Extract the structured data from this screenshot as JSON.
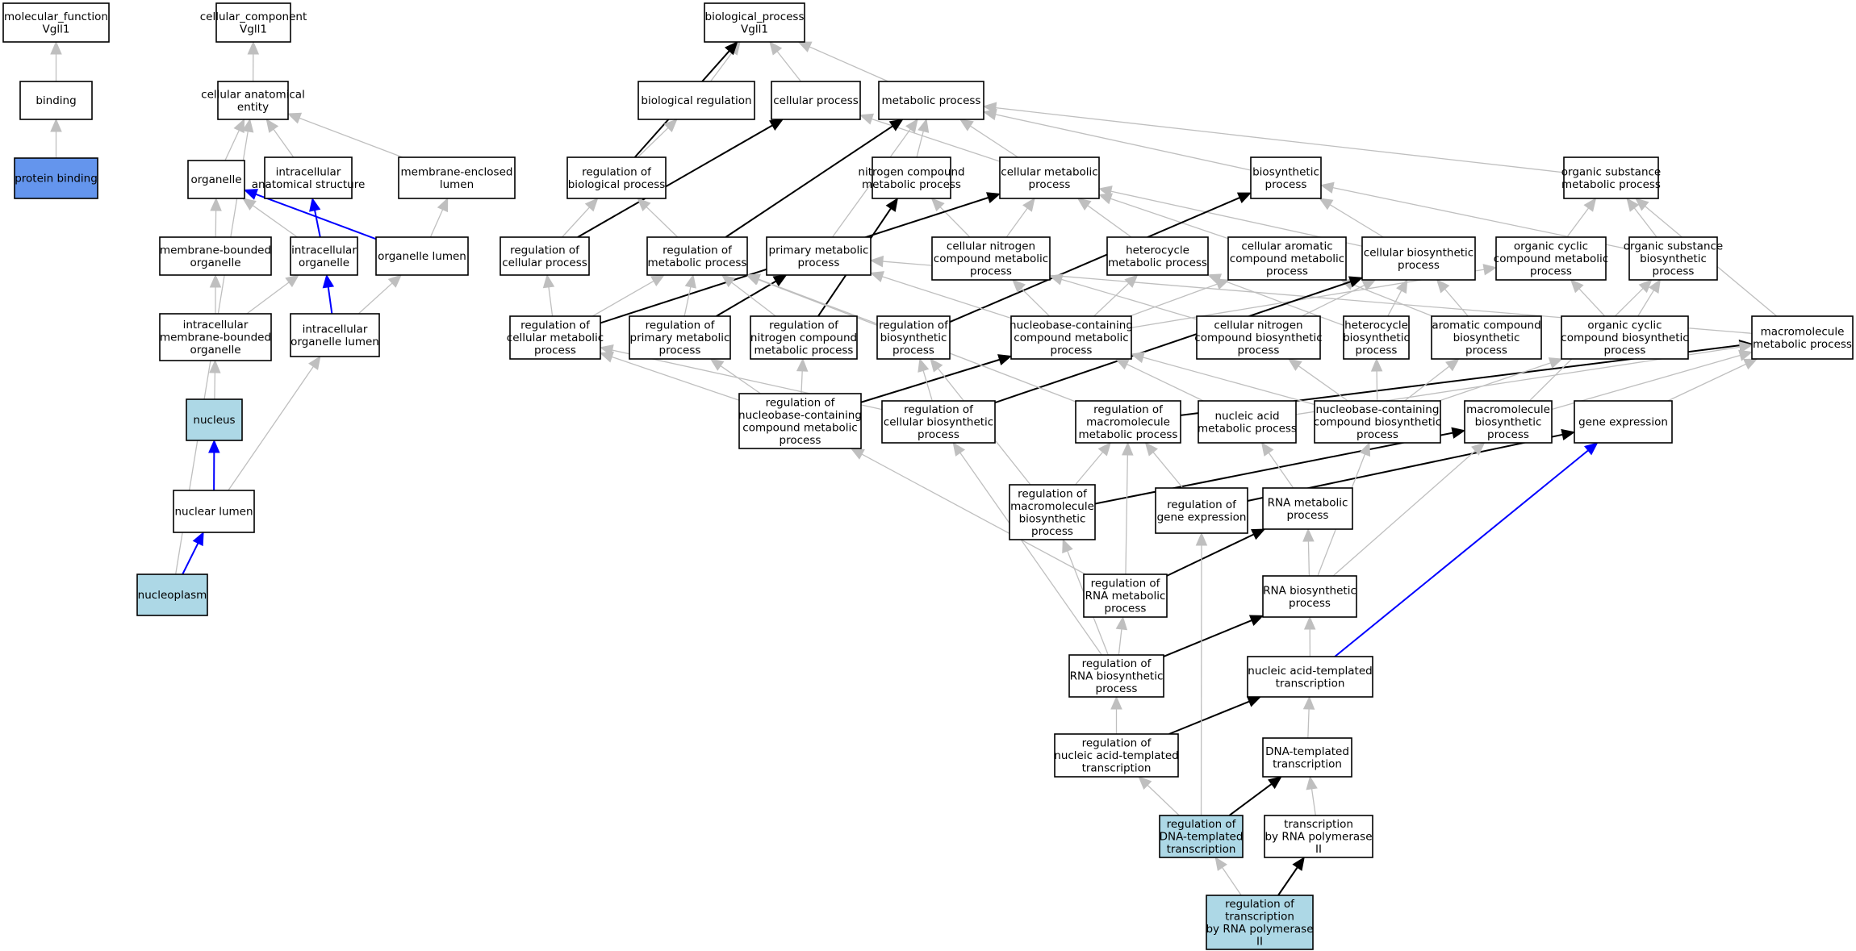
{
  "colors": {
    "node_default": "#ffffff",
    "node_annotated": "#add8e6",
    "node_selected": "#6495ed",
    "edge_is_a": "#bfbfbf",
    "edge_regulates": "#000000",
    "edge_part_of": "#0000ff"
  },
  "nodes": [
    {
      "id": "mf",
      "lines": [
        "molecular_function",
        "Vgll1"
      ],
      "fill": "node_default"
    },
    {
      "id": "binding",
      "lines": [
        "binding"
      ],
      "fill": "node_default"
    },
    {
      "id": "protein_binding",
      "lines": [
        "protein binding"
      ],
      "fill": "node_selected"
    },
    {
      "id": "cc",
      "lines": [
        "cellular_component",
        "Vgll1"
      ],
      "fill": "node_default"
    },
    {
      "id": "cae",
      "lines": [
        "cellular anatomical",
        "entity"
      ],
      "fill": "node_default"
    },
    {
      "id": "organelle",
      "lines": [
        "organelle"
      ],
      "fill": "node_default"
    },
    {
      "id": "ias",
      "lines": [
        "intracellular",
        "anatomical structure"
      ],
      "fill": "node_default"
    },
    {
      "id": "mel",
      "lines": [
        "membrane-enclosed",
        "lumen"
      ],
      "fill": "node_default"
    },
    {
      "id": "mbo",
      "lines": [
        "membrane-bounded",
        "organelle"
      ],
      "fill": "node_default"
    },
    {
      "id": "io",
      "lines": [
        "intracellular",
        "organelle"
      ],
      "fill": "node_default"
    },
    {
      "id": "ol",
      "lines": [
        "organelle lumen"
      ],
      "fill": "node_default"
    },
    {
      "id": "imbo",
      "lines": [
        "intracellular",
        "membrane-bounded",
        "organelle"
      ],
      "fill": "node_default"
    },
    {
      "id": "iol",
      "lines": [
        "intracellular",
        "organelle lumen"
      ],
      "fill": "node_default"
    },
    {
      "id": "nucleus",
      "lines": [
        "nucleus"
      ],
      "fill": "node_annotated"
    },
    {
      "id": "nl",
      "lines": [
        "nuclear lumen"
      ],
      "fill": "node_default"
    },
    {
      "id": "nucleoplasm",
      "lines": [
        "nucleoplasm"
      ],
      "fill": "node_annotated"
    },
    {
      "id": "bp",
      "lines": [
        "biological_process",
        "Vgll1"
      ],
      "fill": "node_default"
    },
    {
      "id": "breg",
      "lines": [
        "biological regulation"
      ],
      "fill": "node_default"
    },
    {
      "id": "cp",
      "lines": [
        "cellular process"
      ],
      "fill": "node_default"
    },
    {
      "id": "mp",
      "lines": [
        "metabolic process"
      ],
      "fill": "node_default"
    },
    {
      "id": "rbp",
      "lines": [
        "regulation of",
        "biological process"
      ],
      "fill": "node_default"
    },
    {
      "id": "ncmp",
      "lines": [
        "nitrogen compound",
        "metabolic process"
      ],
      "fill": "node_default"
    },
    {
      "id": "cmp",
      "lines": [
        "cellular metabolic",
        "process"
      ],
      "fill": "node_default"
    },
    {
      "id": "bsp",
      "lines": [
        "biosynthetic",
        "process"
      ],
      "fill": "node_default"
    },
    {
      "id": "osmp",
      "lines": [
        "organic substance",
        "metabolic process"
      ],
      "fill": "node_default"
    },
    {
      "id": "rcp",
      "lines": [
        "regulation of",
        "cellular process"
      ],
      "fill": "node_default"
    },
    {
      "id": "rmp",
      "lines": [
        "regulation of",
        "metabolic process"
      ],
      "fill": "node_default"
    },
    {
      "id": "pmp",
      "lines": [
        "primary metabolic",
        "process"
      ],
      "fill": "node_default"
    },
    {
      "id": "cncmp",
      "lines": [
        "cellular nitrogen",
        "compound metabolic",
        "process"
      ],
      "fill": "node_default"
    },
    {
      "id": "hmp",
      "lines": [
        "heterocycle",
        "metabolic process"
      ],
      "fill": "node_default"
    },
    {
      "id": "cacmp",
      "lines": [
        "cellular aromatic",
        "compound metabolic",
        "process"
      ],
      "fill": "node_default"
    },
    {
      "id": "cbp",
      "lines": [
        "cellular biosynthetic",
        "process"
      ],
      "fill": "node_default"
    },
    {
      "id": "occmp",
      "lines": [
        "organic cyclic",
        "compound metabolic",
        "process"
      ],
      "fill": "node_default"
    },
    {
      "id": "osbp",
      "lines": [
        "organic substance",
        "biosynthetic",
        "process"
      ],
      "fill": "node_default"
    },
    {
      "id": "rcmp",
      "lines": [
        "regulation of",
        "cellular metabolic",
        "process"
      ],
      "fill": "node_default"
    },
    {
      "id": "rpmp",
      "lines": [
        "regulation of",
        "primary metabolic",
        "process"
      ],
      "fill": "node_default"
    },
    {
      "id": "rncmp",
      "lines": [
        "regulation of",
        "nitrogen compound",
        "metabolic process"
      ],
      "fill": "node_default"
    },
    {
      "id": "rbsp",
      "lines": [
        "regulation of",
        "biosynthetic",
        "process"
      ],
      "fill": "node_default"
    },
    {
      "id": "nbccmp",
      "lines": [
        "nucleobase-containing",
        "compound metabolic",
        "process"
      ],
      "fill": "node_default"
    },
    {
      "id": "cncbp",
      "lines": [
        "cellular nitrogen",
        "compound biosynthetic",
        "process"
      ],
      "fill": "node_default"
    },
    {
      "id": "hbp",
      "lines": [
        "heterocycle",
        "biosynthetic",
        "process"
      ],
      "fill": "node_default"
    },
    {
      "id": "acbp",
      "lines": [
        "aromatic compound",
        "biosynthetic",
        "process"
      ],
      "fill": "node_default"
    },
    {
      "id": "occbp",
      "lines": [
        "organic cyclic",
        "compound biosynthetic",
        "process"
      ],
      "fill": "node_default"
    },
    {
      "id": "mmp",
      "lines": [
        "macromolecule",
        "metabolic process"
      ],
      "fill": "node_default"
    },
    {
      "id": "rnbccmp",
      "lines": [
        "regulation of",
        "nucleobase-containing",
        "compound metabolic",
        "process"
      ],
      "fill": "node_default"
    },
    {
      "id": "rcbp",
      "lines": [
        "regulation of",
        "cellular biosynthetic",
        "process"
      ],
      "fill": "node_default"
    },
    {
      "id": "rmmp",
      "lines": [
        "regulation of",
        "macromolecule",
        "metabolic process"
      ],
      "fill": "node_default"
    },
    {
      "id": "namp",
      "lines": [
        "nucleic acid",
        "metabolic process"
      ],
      "fill": "node_default"
    },
    {
      "id": "nbccbp",
      "lines": [
        "nucleobase-containing",
        "compound biosynthetic",
        "process"
      ],
      "fill": "node_default"
    },
    {
      "id": "mbp",
      "lines": [
        "macromolecule",
        "biosynthetic",
        "process"
      ],
      "fill": "node_default"
    },
    {
      "id": "ge",
      "lines": [
        "gene expression"
      ],
      "fill": "node_default"
    },
    {
      "id": "rmbp",
      "lines": [
        "regulation of",
        "macromolecule",
        "biosynthetic",
        "process"
      ],
      "fill": "node_default"
    },
    {
      "id": "rge",
      "lines": [
        "regulation of",
        "gene expression"
      ],
      "fill": "node_default"
    },
    {
      "id": "rnamp",
      "lines": [
        "RNA metabolic",
        "process"
      ],
      "fill": "node_default"
    },
    {
      "id": "rrnamp",
      "lines": [
        "regulation of",
        "RNA metabolic",
        "process"
      ],
      "fill": "node_default"
    },
    {
      "id": "rnabp",
      "lines": [
        "RNA biosynthetic",
        "process"
      ],
      "fill": "node_default"
    },
    {
      "id": "rrnabp",
      "lines": [
        "regulation of",
        "RNA biosynthetic",
        "process"
      ],
      "fill": "node_default"
    },
    {
      "id": "natt",
      "lines": [
        "nucleic acid-templated",
        "transcription"
      ],
      "fill": "node_default"
    },
    {
      "id": "rnatt",
      "lines": [
        "regulation of",
        "nucleic acid-templated",
        "transcription"
      ],
      "fill": "node_default"
    },
    {
      "id": "dtt",
      "lines": [
        "DNA-templated",
        "transcription"
      ],
      "fill": "node_default"
    },
    {
      "id": "rdtt",
      "lines": [
        "regulation of",
        "DNA-templated",
        "transcription"
      ],
      "fill": "node_annotated"
    },
    {
      "id": "trp2",
      "lines": [
        "transcription",
        "by RNA polymerase",
        "II"
      ],
      "fill": "node_default"
    },
    {
      "id": "rtrp2",
      "lines": [
        "regulation of",
        "transcription",
        "by RNA polymerase",
        "II"
      ],
      "fill": "node_annotated"
    }
  ],
  "edges": [
    {
      "from": "binding",
      "to": "mf",
      "type": "edge_is_a"
    },
    {
      "from": "protein_binding",
      "to": "binding",
      "type": "edge_is_a"
    },
    {
      "from": "cae",
      "to": "cc",
      "type": "edge_is_a"
    },
    {
      "from": "organelle",
      "to": "cae",
      "type": "edge_is_a"
    },
    {
      "from": "ias",
      "to": "cae",
      "type": "edge_is_a"
    },
    {
      "from": "mel",
      "to": "cae",
      "type": "edge_is_a"
    },
    {
      "from": "nucleoplasm",
      "to": "cae",
      "type": "edge_is_a"
    },
    {
      "from": "mbo",
      "to": "organelle",
      "type": "edge_is_a"
    },
    {
      "from": "io",
      "to": "organelle",
      "type": "edge_is_a"
    },
    {
      "from": "io",
      "to": "ias",
      "type": "edge_part_of"
    },
    {
      "from": "ol",
      "to": "organelle",
      "type": "edge_part_of"
    },
    {
      "from": "ol",
      "to": "mel",
      "type": "edge_is_a"
    },
    {
      "from": "imbo",
      "to": "mbo",
      "type": "edge_is_a"
    },
    {
      "from": "imbo",
      "to": "io",
      "type": "edge_is_a"
    },
    {
      "from": "iol",
      "to": "io",
      "type": "edge_part_of"
    },
    {
      "from": "iol",
      "to": "ol",
      "type": "edge_is_a"
    },
    {
      "from": "nucleus",
      "to": "imbo",
      "type": "edge_is_a"
    },
    {
      "from": "nl",
      "to": "nucleus",
      "type": "edge_part_of"
    },
    {
      "from": "nl",
      "to": "iol",
      "type": "edge_is_a"
    },
    {
      "from": "nucleoplasm",
      "to": "nl",
      "type": "edge_part_of"
    },
    {
      "from": "breg",
      "to": "bp",
      "type": "edge_is_a"
    },
    {
      "from": "cp",
      "to": "bp",
      "type": "edge_is_a"
    },
    {
      "from": "mp",
      "to": "bp",
      "type": "edge_is_a"
    },
    {
      "from": "rbp",
      "to": "bp",
      "type": "edge_regulates"
    },
    {
      "from": "rbp",
      "to": "breg",
      "type": "edge_is_a"
    },
    {
      "from": "ncmp",
      "to": "mp",
      "type": "edge_is_a"
    },
    {
      "from": "cmp",
      "to": "cp",
      "type": "edge_is_a"
    },
    {
      "from": "cmp",
      "to": "mp",
      "type": "edge_is_a"
    },
    {
      "from": "bsp",
      "to": "mp",
      "type": "edge_is_a"
    },
    {
      "from": "osmp",
      "to": "mp",
      "type": "edge_is_a"
    },
    {
      "from": "rcp",
      "to": "rbp",
      "type": "edge_is_a"
    },
    {
      "from": "rcp",
      "to": "cp",
      "type": "edge_regulates"
    },
    {
      "from": "rmp",
      "to": "rbp",
      "type": "edge_is_a"
    },
    {
      "from": "rmp",
      "to": "mp",
      "type": "edge_regulates"
    },
    {
      "from": "pmp",
      "to": "mp",
      "type": "edge_is_a"
    },
    {
      "from": "cncmp",
      "to": "ncmp",
      "type": "edge_is_a"
    },
    {
      "from": "cncmp",
      "to": "cmp",
      "type": "edge_is_a"
    },
    {
      "from": "hmp",
      "to": "cmp",
      "type": "edge_is_a"
    },
    {
      "from": "cacmp",
      "to": "cmp",
      "type": "edge_is_a"
    },
    {
      "from": "cbp",
      "to": "bsp",
      "type": "edge_is_a"
    },
    {
      "from": "cbp",
      "to": "cmp",
      "type": "edge_is_a"
    },
    {
      "from": "occmp",
      "to": "osmp",
      "type": "edge_is_a"
    },
    {
      "from": "osbp",
      "to": "osmp",
      "type": "edge_is_a"
    },
    {
      "from": "osbp",
      "to": "bsp",
      "type": "edge_is_a"
    },
    {
      "from": "rcmp",
      "to": "rcp",
      "type": "edge_is_a"
    },
    {
      "from": "rcmp",
      "to": "rmp",
      "type": "edge_is_a"
    },
    {
      "from": "rcmp",
      "to": "cmp",
      "type": "edge_regulates"
    },
    {
      "from": "rpmp",
      "to": "rmp",
      "type": "edge_is_a"
    },
    {
      "from": "rpmp",
      "to": "pmp",
      "type": "edge_regulates"
    },
    {
      "from": "rncmp",
      "to": "rmp",
      "type": "edge_is_a"
    },
    {
      "from": "rncmp",
      "to": "ncmp",
      "type": "edge_regulates"
    },
    {
      "from": "rbsp",
      "to": "rmp",
      "type": "edge_is_a"
    },
    {
      "from": "rbsp",
      "to": "bsp",
      "type": "edge_regulates"
    },
    {
      "from": "nbccmp",
      "to": "cncmp",
      "type": "edge_is_a"
    },
    {
      "from": "nbccmp",
      "to": "hmp",
      "type": "edge_is_a"
    },
    {
      "from": "nbccmp",
      "to": "cacmp",
      "type": "edge_is_a"
    },
    {
      "from": "nbccmp",
      "to": "occmp",
      "type": "edge_is_a"
    },
    {
      "from": "nbccmp",
      "to": "pmp",
      "type": "edge_is_a"
    },
    {
      "from": "cncbp",
      "to": "cncmp",
      "type": "edge_is_a"
    },
    {
      "from": "cncbp",
      "to": "cbp",
      "type": "edge_is_a"
    },
    {
      "from": "hbp",
      "to": "hmp",
      "type": "edge_is_a"
    },
    {
      "from": "hbp",
      "to": "cbp",
      "type": "edge_is_a"
    },
    {
      "from": "acbp",
      "to": "cacmp",
      "type": "edge_is_a"
    },
    {
      "from": "acbp",
      "to": "cbp",
      "type": "edge_is_a"
    },
    {
      "from": "occbp",
      "to": "occmp",
      "type": "edge_is_a"
    },
    {
      "from": "occbp",
      "to": "osbp",
      "type": "edge_is_a"
    },
    {
      "from": "mmp",
      "to": "osmp",
      "type": "edge_is_a"
    },
    {
      "from": "mmp",
      "to": "pmp",
      "type": "edge_is_a"
    },
    {
      "from": "rnbccmp",
      "to": "rcmp",
      "type": "edge_is_a"
    },
    {
      "from": "rnbccmp",
      "to": "rpmp",
      "type": "edge_is_a"
    },
    {
      "from": "rnbccmp",
      "to": "rncmp",
      "type": "edge_is_a"
    },
    {
      "from": "rnbccmp",
      "to": "nbccmp",
      "type": "edge_regulates"
    },
    {
      "from": "rcbp",
      "to": "rbsp",
      "type": "edge_is_a"
    },
    {
      "from": "rcbp",
      "to": "rcmp",
      "type": "edge_is_a"
    },
    {
      "from": "rcbp",
      "to": "cbp",
      "type": "edge_regulates"
    },
    {
      "from": "rmmp",
      "to": "rmp",
      "type": "edge_is_a"
    },
    {
      "from": "rmmp",
      "to": "mmp",
      "type": "edge_regulates"
    },
    {
      "from": "namp",
      "to": "nbccmp",
      "type": "edge_is_a"
    },
    {
      "from": "namp",
      "to": "mmp",
      "type": "edge_is_a"
    },
    {
      "from": "nbccbp",
      "to": "nbccmp",
      "type": "edge_is_a"
    },
    {
      "from": "nbccbp",
      "to": "cncbp",
      "type": "edge_is_a"
    },
    {
      "from": "nbccbp",
      "to": "hbp",
      "type": "edge_is_a"
    },
    {
      "from": "nbccbp",
      "to": "acbp",
      "type": "edge_is_a"
    },
    {
      "from": "nbccbp",
      "to": "occbp",
      "type": "edge_is_a"
    },
    {
      "from": "mbp",
      "to": "mmp",
      "type": "edge_is_a"
    },
    {
      "from": "mbp",
      "to": "osbp",
      "type": "edge_is_a"
    },
    {
      "from": "ge",
      "to": "mmp",
      "type": "edge_is_a"
    },
    {
      "from": "rmbp",
      "to": "rmmp",
      "type": "edge_is_a"
    },
    {
      "from": "rmbp",
      "to": "rbsp",
      "type": "edge_is_a"
    },
    {
      "from": "rmbp",
      "to": "mbp",
      "type": "edge_regulates"
    },
    {
      "from": "rge",
      "to": "rmmp",
      "type": "edge_is_a"
    },
    {
      "from": "rge",
      "to": "ge",
      "type": "edge_regulates"
    },
    {
      "from": "rnamp",
      "to": "namp",
      "type": "edge_is_a"
    },
    {
      "from": "rrnamp",
      "to": "rnbccmp",
      "type": "edge_is_a"
    },
    {
      "from": "rrnamp",
      "to": "rmmp",
      "type": "edge_is_a"
    },
    {
      "from": "rrnamp",
      "to": "rnamp",
      "type": "edge_regulates"
    },
    {
      "from": "rnabp",
      "to": "rnamp",
      "type": "edge_is_a"
    },
    {
      "from": "rnabp",
      "to": "nbccbp",
      "type": "edge_is_a"
    },
    {
      "from": "rnabp",
      "to": "mbp",
      "type": "edge_is_a"
    },
    {
      "from": "rrnabp",
      "to": "rrnamp",
      "type": "edge_is_a"
    },
    {
      "from": "rrnabp",
      "to": "rcbp",
      "type": "edge_is_a"
    },
    {
      "from": "rrnabp",
      "to": "rmbp",
      "type": "edge_is_a"
    },
    {
      "from": "rrnabp",
      "to": "rnabp",
      "type": "edge_regulates"
    },
    {
      "from": "natt",
      "to": "rnabp",
      "type": "edge_is_a"
    },
    {
      "from": "natt",
      "to": "ge",
      "type": "edge_part_of"
    },
    {
      "from": "rnatt",
      "to": "rrnabp",
      "type": "edge_is_a"
    },
    {
      "from": "rnatt",
      "to": "natt",
      "type": "edge_regulates"
    },
    {
      "from": "dtt",
      "to": "natt",
      "type": "edge_is_a"
    },
    {
      "from": "rdtt",
      "to": "rnatt",
      "type": "edge_is_a"
    },
    {
      "from": "rdtt",
      "to": "rge",
      "type": "edge_is_a"
    },
    {
      "from": "rdtt",
      "to": "dtt",
      "type": "edge_regulates"
    },
    {
      "from": "trp2",
      "to": "dtt",
      "type": "edge_is_a"
    },
    {
      "from": "rtrp2",
      "to": "rdtt",
      "type": "edge_is_a"
    },
    {
      "from": "rtrp2",
      "to": "trp2",
      "type": "edge_regulates"
    }
  ]
}
